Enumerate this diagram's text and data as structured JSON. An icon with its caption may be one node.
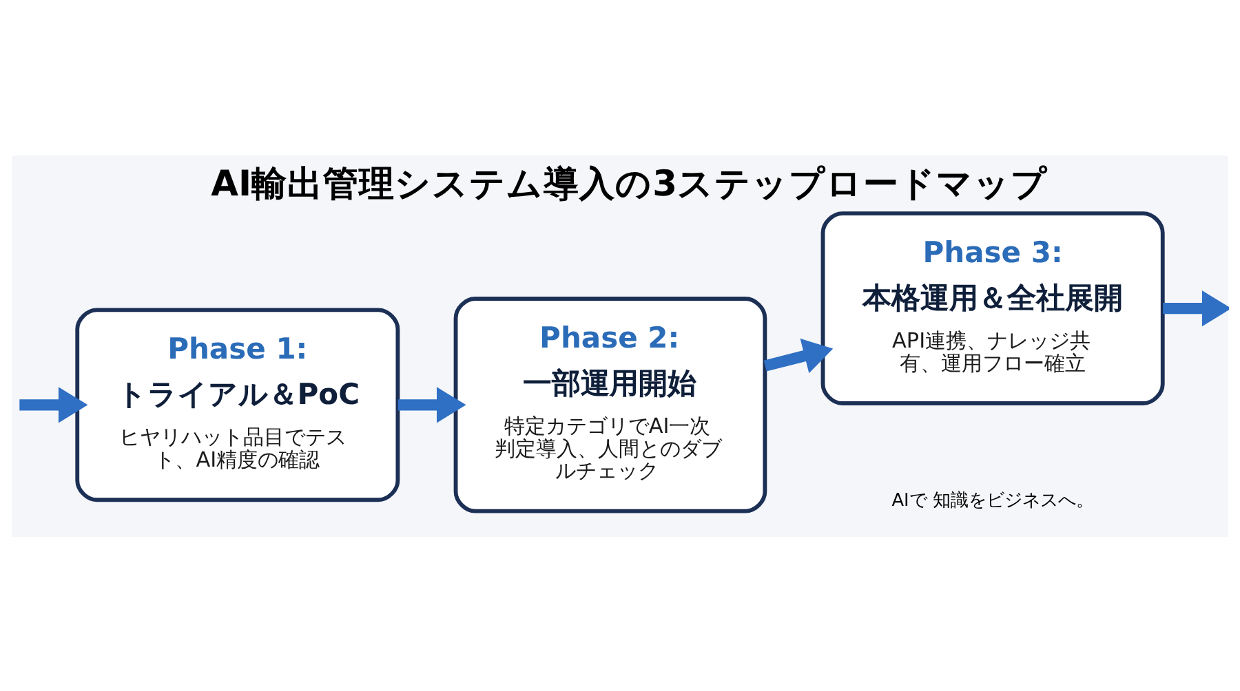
{
  "diagram": {
    "title": "AI輸出管理システム導入の3ステップロードマップ",
    "nodes": [
      {
        "text": [
          "Phase 1:",
          "トライアル＆PoC",
          "ヒヤリハット品目でテスト、AI精度の確認"
        ]
      },
      {
        "text": [
          "Phase 2:",
          "一部運用開始",
          "特定カテゴリでAI一次判定導入、人間とのダブルチェック"
        ]
      },
      {
        "text": [
          "Phase 3:",
          "本格運用＆全社展開",
          "API連携、ナレッジ共有、運用フロー確立"
        ]
      }
    ],
    "edges": [
      {
        "from": null,
        "to": 0,
        "arrow": "to"
      },
      {
        "from": 0,
        "to": 1,
        "arrow": "to"
      },
      {
        "from": 1,
        "to": 2,
        "arrow": "to"
      },
      {
        "from": 2,
        "to": null,
        "arrow": "to"
      }
    ],
    "labels": [
      "AIで 知識をビジネスへ。"
    ]
  }
}
